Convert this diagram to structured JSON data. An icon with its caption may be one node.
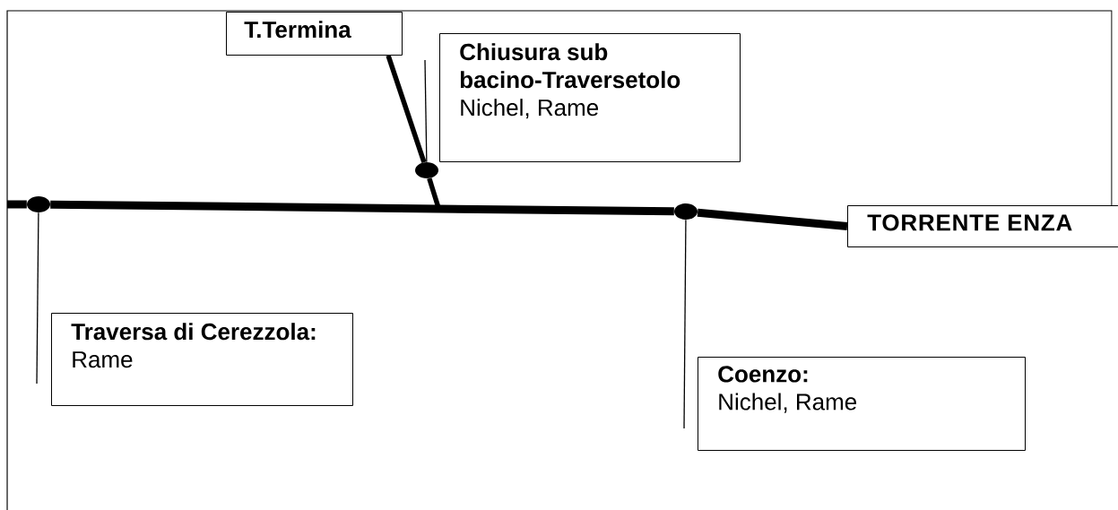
{
  "diagram": {
    "nodes": [
      {
        "text": [
          "T.Termina"
        ]
      },
      {
        "text": [
          "Chiusura sub bacino-Traversetolo",
          "Nichel, Rame"
        ]
      },
      {
        "text": [
          "TORRENTE ENZA"
        ]
      },
      {
        "text": [
          "Traversa di Cerezzola:",
          "Rame"
        ]
      },
      {
        "text": [
          "Coenzo:",
          "Nichel, Rame"
        ]
      },
      {
        "text": [],
        "shape": "circle"
      },
      {
        "text": [],
        "shape": "circle"
      },
      {
        "text": [],
        "shape": "circle"
      }
    ],
    "edges": [
      {
        "from": 0,
        "to": 5,
        "arrow": "none"
      },
      {
        "from": 5,
        "to": null,
        "arrow": "none"
      },
      {
        "from": null,
        "to": 6,
        "arrow": "none"
      },
      {
        "from": 6,
        "to": 7,
        "arrow": "none"
      },
      {
        "from": 7,
        "to": 2,
        "arrow": "none"
      },
      {
        "from": 5,
        "to": 1,
        "arrow": "none"
      },
      {
        "from": 6,
        "to": 3,
        "arrow": "none"
      },
      {
        "from": 7,
        "to": 4,
        "arrow": "none"
      }
    ]
  }
}
